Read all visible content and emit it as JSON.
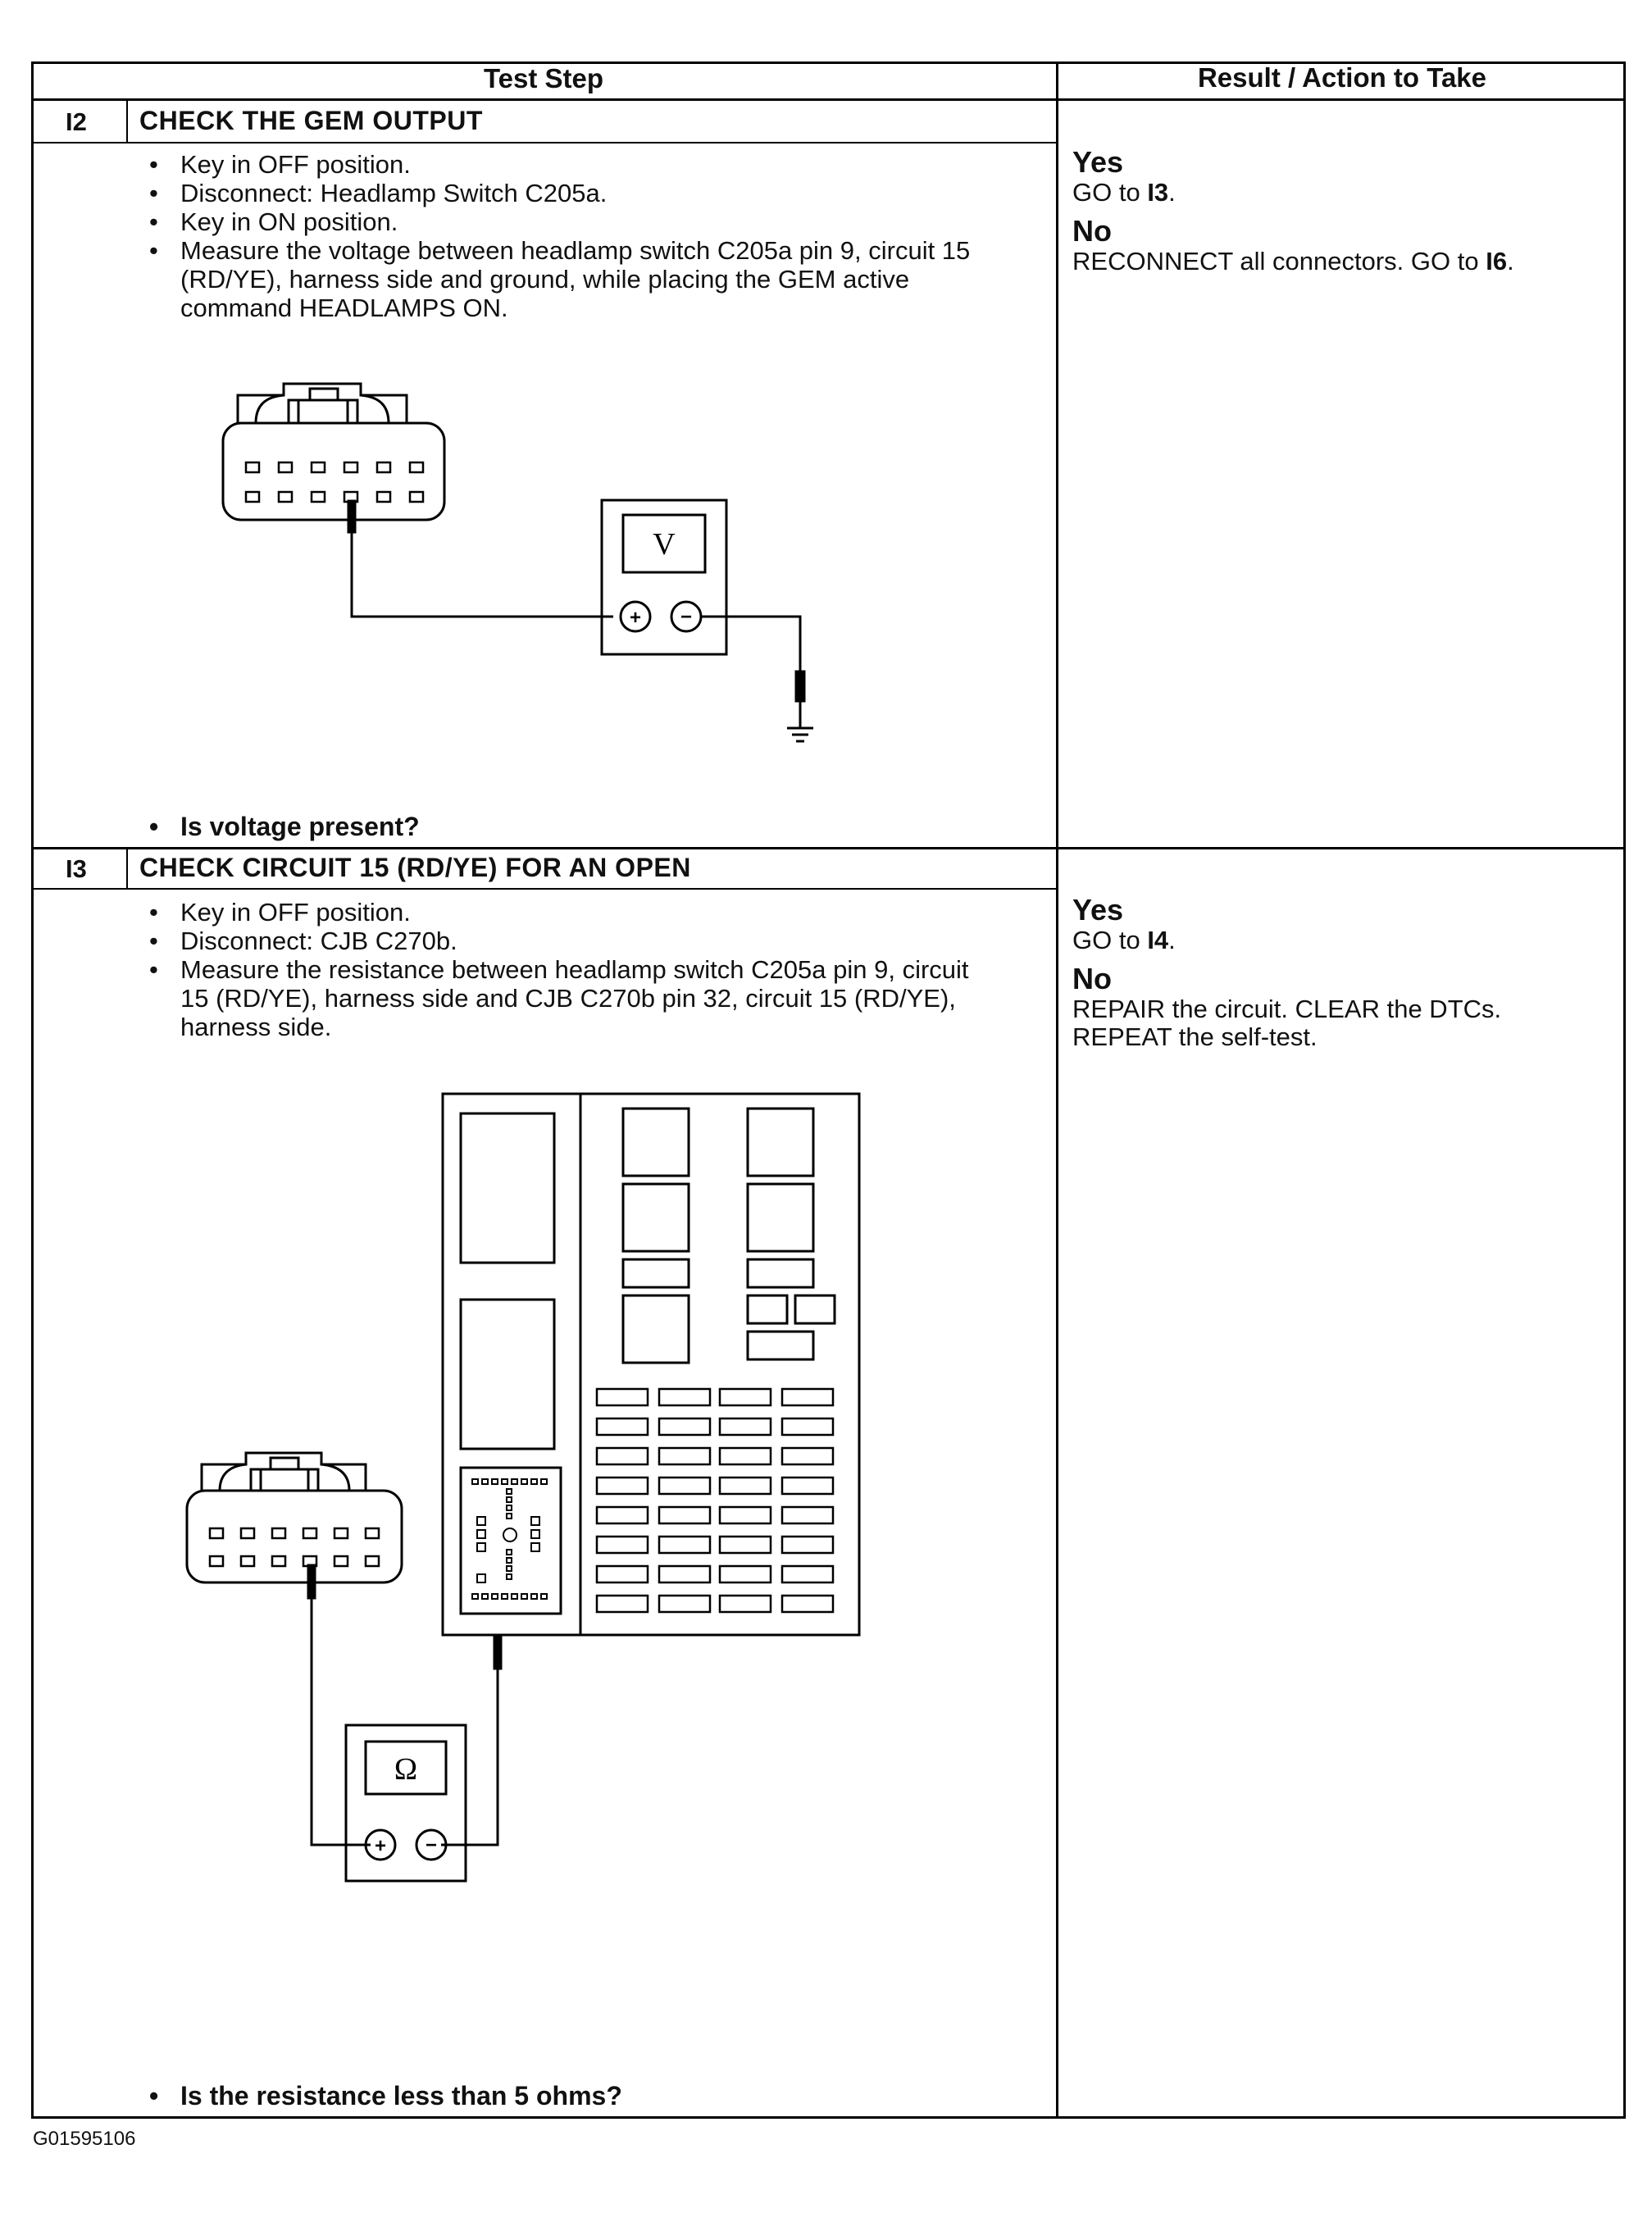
{
  "header": {
    "test_step": "Test Step",
    "result_action": "Result / Action to Take"
  },
  "steps": [
    {
      "id": "I2",
      "title": "CHECK THE GEM OUTPUT",
      "bullets": [
        "Key in OFF position.",
        "Disconnect: Headlamp Switch C205a.",
        "Key in ON position.",
        "Measure the voltage between headlamp switch C205a pin 9, circuit 15 (RD/YE), harness side and ground, while placing the GEM active command HEADLAMPS ON."
      ],
      "meter_symbol": "V",
      "question": "Is voltage present?",
      "yes_label": "Yes",
      "yes_action_prefix": "GO to ",
      "yes_action_target": "I3",
      "yes_action_suffix": ".",
      "no_label": "No",
      "no_action_prefix": "RECONNECT all connectors. GO to ",
      "no_action_target": "I6",
      "no_action_suffix": "."
    },
    {
      "id": "I3",
      "title": "CHECK CIRCUIT 15 (RD/YE) FOR AN OPEN",
      "bullets": [
        "Key in OFF position.",
        "Disconnect: CJB C270b.",
        "Measure the resistance between headlamp switch C205a pin 9, circuit 15 (RD/YE), harness side and CJB C270b pin 32, circuit 15 (RD/YE), harness side."
      ],
      "meter_symbol": "Ω",
      "question": "Is the resistance less than 5 ohms?",
      "yes_label": "Yes",
      "yes_action_prefix": "GO to ",
      "yes_action_target": "I4",
      "yes_action_suffix": ".",
      "no_label": "No",
      "no_action_line1": "REPAIR the circuit. CLEAR the DTCs.",
      "no_action_line2": "REPEAT the self-test."
    }
  ],
  "figure_code": "G01595106",
  "meter_plus": "+",
  "meter_minus": "−"
}
